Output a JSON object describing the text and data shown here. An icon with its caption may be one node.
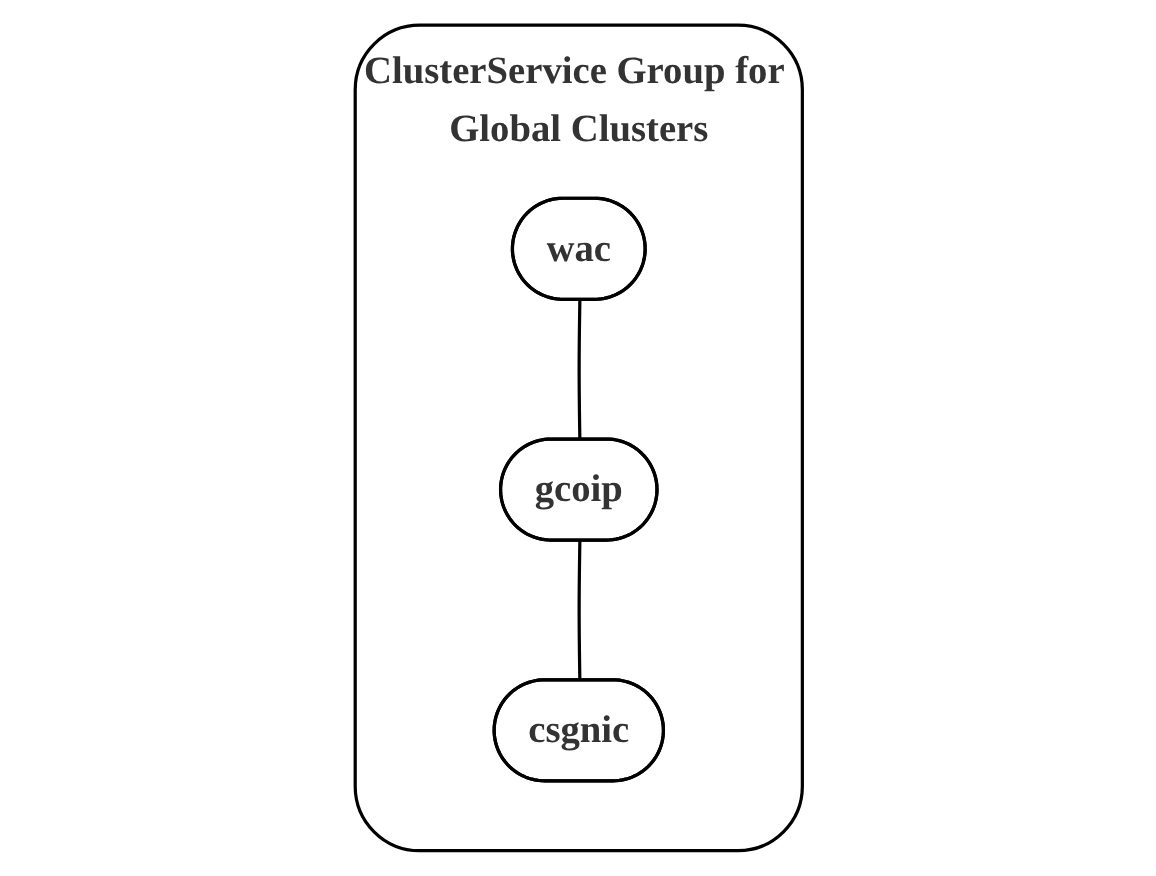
{
  "diagram": {
    "nodes": [
      {
        "text": [
          "ClusterService Group for Global Clusters"
        ]
      },
      {
        "text": [
          "wac"
        ],
        "in": 0
      },
      {
        "text": [
          "gcoip"
        ],
        "in": 0
      },
      {
        "text": [
          "csgnic"
        ],
        "in": 0
      }
    ],
    "edges": [
      {
        "from": 1,
        "to": 2,
        "arrow": "none"
      },
      {
        "from": 2,
        "to": 3,
        "arrow": "none"
      }
    ]
  }
}
